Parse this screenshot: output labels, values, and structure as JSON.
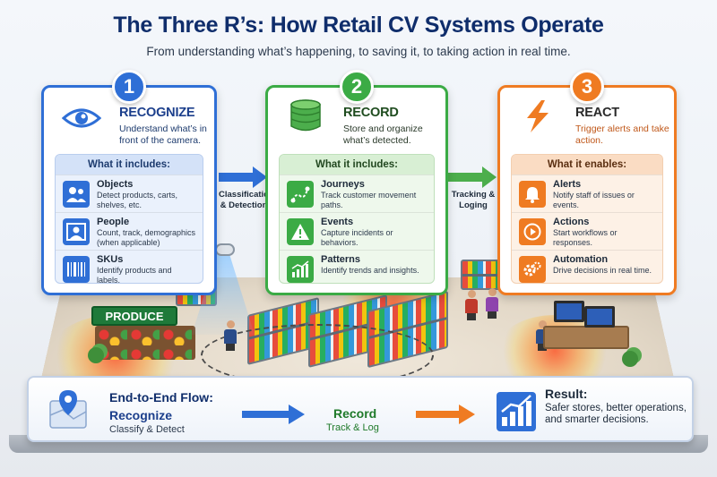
{
  "header": {
    "title": "The Three R’s: How Retail CV Systems Operate",
    "subtitle": "From understanding what’s happening, to saving it, to taking action in real time."
  },
  "colors": {
    "blue": "#2f6fd6",
    "green": "#3bab45",
    "orange": "#ef7b22",
    "navy": "#0f2d6b"
  },
  "scene": {
    "produce_sign": "PRODUCE"
  },
  "columns": [
    {
      "number": "1",
      "title": "RECOGNIZE",
      "icon": "eye-icon",
      "description": "Understand what’s in front of the camera.",
      "section_title": "What it includes:",
      "items": [
        {
          "name": "Objects",
          "desc": "Detect products, carts, shelves, etc.",
          "icon": "users-icon"
        },
        {
          "name": "People",
          "desc": "Count, track, demographics (when applicable)",
          "icon": "person-scan-icon"
        },
        {
          "name": "SKUs",
          "desc": "Identify products and labels.",
          "icon": "barcode-icon"
        }
      ]
    },
    {
      "number": "2",
      "title": "RECORD",
      "icon": "database-icon",
      "description": "Store and organize what’s detected.",
      "section_title": "What it includes:",
      "items": [
        {
          "name": "Journeys",
          "desc": "Track customer movement paths.",
          "icon": "path-icon"
        },
        {
          "name": "Events",
          "desc": "Capture incidents or behaviors.",
          "icon": "warning-icon"
        },
        {
          "name": "Patterns",
          "desc": "Identify trends and insights.",
          "icon": "trend-icon"
        }
      ]
    },
    {
      "number": "3",
      "title": "REACT",
      "icon": "lightning-icon",
      "description": "Trigger alerts and take action.",
      "section_title": "What it enables:",
      "items": [
        {
          "name": "Alerts",
          "desc": "Notify staff of issues or events.",
          "icon": "bell-icon"
        },
        {
          "name": "Actions",
          "desc": "Start workflows or responses.",
          "icon": "play-icon"
        },
        {
          "name": "Automation",
          "desc": "Drive decisions in real time.",
          "icon": "gears-icon"
        }
      ]
    }
  ],
  "arrows": {
    "a1": "Classification & Detection",
    "a2": "Tracking & Loging"
  },
  "flow": {
    "title": "End-to-End Flow:",
    "step1_title": "Recognize",
    "step1_sub": "Classify & Detect",
    "step2_title": "Record",
    "step2_sub": "Track & Log",
    "result_title": "Result:",
    "result_text": "Safer stores, better operations, and smarter decisions."
  }
}
